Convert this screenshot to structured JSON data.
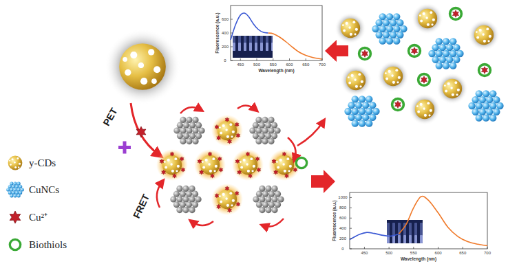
{
  "diagram": {
    "labels": [
      "PET",
      "FRET",
      "Fluorescence (a.u.)",
      "Wavelength (nm)",
      "600",
      "400",
      "200",
      "0",
      "450",
      "500",
      "550",
      "600",
      "650",
      "700",
      "Fluorescence (a.u.)",
      "Wavelength (nm)",
      "1000",
      "800",
      "600",
      "400",
      "200",
      "0",
      "450",
      "500",
      "550",
      "600",
      "650",
      "700"
    ],
    "legend": [
      {
        "text": "y-CDs"
      },
      {
        "text": "CuNCs"
      },
      {
        "text": "Cu²⁺"
      },
      {
        "text": "Biothiols"
      }
    ]
  }
}
